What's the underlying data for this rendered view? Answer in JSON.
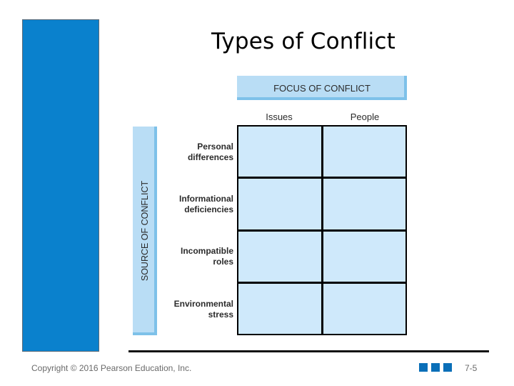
{
  "slide": {
    "title": "Types of Conflict",
    "copyright": "Copyright © 2016 Pearson Education, Inc.",
    "page_number": "7-5"
  },
  "diagram": {
    "focus_header": "FOCUS OF CONFLICT",
    "columns": [
      "Issues",
      "People"
    ],
    "source_header": "SOURCE OF CONFLICT",
    "rows": [
      {
        "line1": "Personal",
        "line2": "differences"
      },
      {
        "line1": "Informational",
        "line2": "deficiencies"
      },
      {
        "line1": "Incompatible",
        "line2": "roles"
      },
      {
        "line1": "Environmental",
        "line2": "stress"
      }
    ]
  },
  "colors": {
    "sidebar": "#0a81cd",
    "header_fill": "#b9ddf5",
    "cell_fill": "#cfe9fb",
    "footer_squares": "#0a6fb8"
  }
}
